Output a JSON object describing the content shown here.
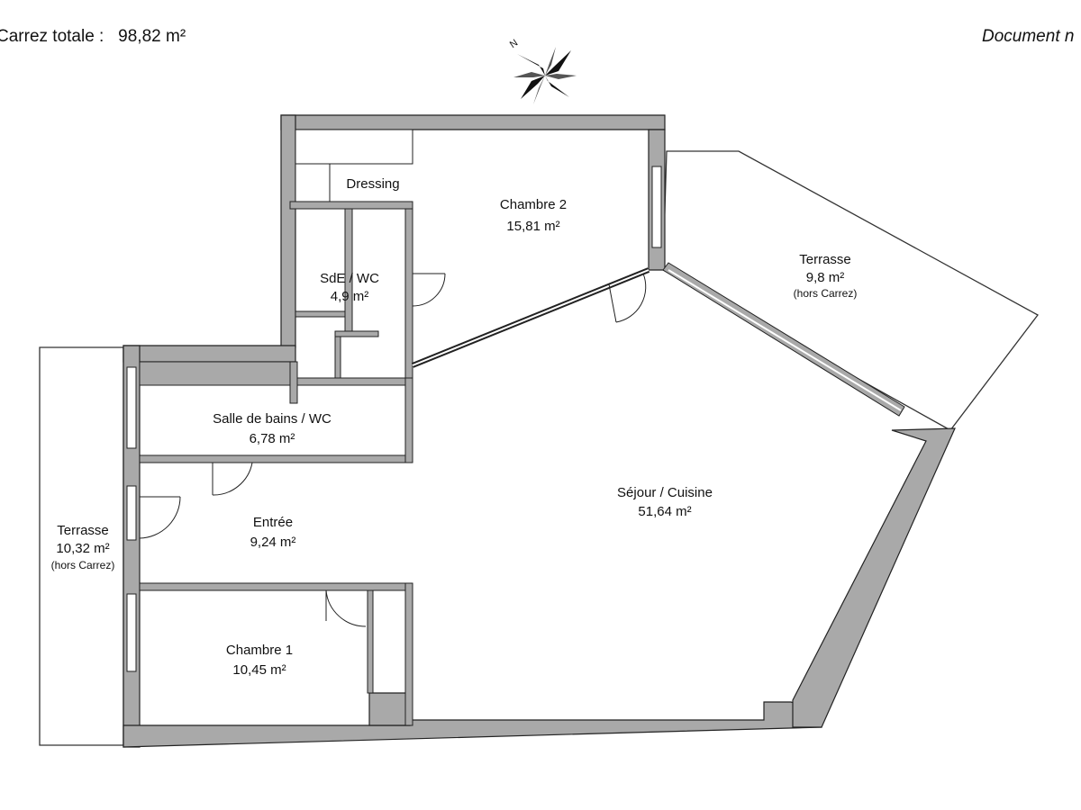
{
  "header": {
    "carrez_label": "Carrez totale :",
    "carrez_value": "98,82 m²",
    "document_label": "Document n"
  },
  "compass": {
    "north_letter": "N"
  },
  "rooms": {
    "dressing": {
      "name": "Dressing"
    },
    "chambre2": {
      "name": "Chambre 2",
      "area": "15,81 m²"
    },
    "sde_wc": {
      "name": "SdE / WC",
      "area": "4,9 m²"
    },
    "terrasse_ne": {
      "name": "Terrasse",
      "area": "9,8 m²",
      "note": "(hors Carrez)"
    },
    "sdb_wc": {
      "name": "Salle de bains / WC",
      "area": "6,78 m²"
    },
    "sejour": {
      "name": "Séjour / Cuisine",
      "area": "51,64 m²"
    },
    "entree": {
      "name": "Entrée",
      "area": "9,24 m²"
    },
    "terrasse_w": {
      "name": "Terrasse",
      "area": "10,32 m²",
      "note": "(hors Carrez)"
    },
    "chambre1": {
      "name": "Chambre 1",
      "area": "10,45 m²"
    }
  },
  "colors": {
    "wall": "#a9a9a9",
    "line": "#222222",
    "background": "#ffffff",
    "window": "#ffffff"
  }
}
